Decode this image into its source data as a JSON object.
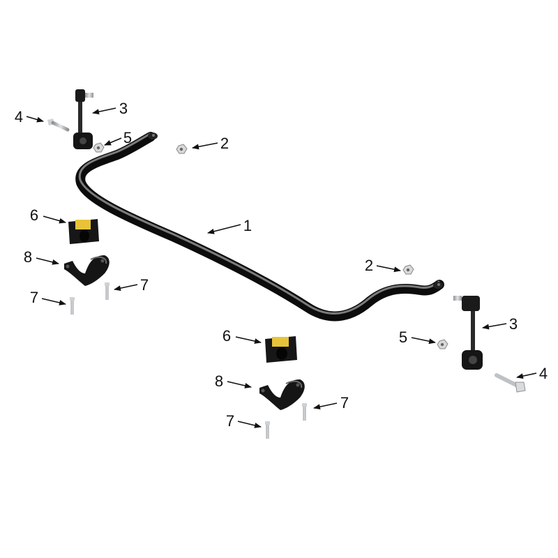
{
  "colors": {
    "bar": "#1c1c1c",
    "bar_highlight": "#8a8a8a",
    "bushing": "#e8c33a",
    "hardware": "#b9bcc0",
    "callout": "#111111"
  },
  "parts": [
    {
      "number": "1",
      "name": "sway-bar",
      "icon": "sway-bar-icon"
    },
    {
      "number": "2",
      "name": "nut",
      "icon": "nut-icon"
    },
    {
      "number": "3",
      "name": "end-link",
      "icon": "end-link-icon"
    },
    {
      "number": "4",
      "name": "bolt",
      "icon": "bolt-icon"
    },
    {
      "number": "5",
      "name": "nut",
      "icon": "nut-icon"
    },
    {
      "number": "6",
      "name": "bushing",
      "icon": "bushing-icon"
    },
    {
      "number": "7",
      "name": "bolt",
      "icon": "bolt-icon"
    },
    {
      "number": "8",
      "name": "bracket",
      "icon": "bracket-icon"
    }
  ],
  "callouts": [
    {
      "label": "1"
    },
    {
      "label": "2"
    },
    {
      "label": "2"
    },
    {
      "label": "3"
    },
    {
      "label": "3"
    },
    {
      "label": "4"
    },
    {
      "label": "4"
    },
    {
      "label": "5"
    },
    {
      "label": "5"
    },
    {
      "label": "6"
    },
    {
      "label": "6"
    },
    {
      "label": "7"
    },
    {
      "label": "7"
    },
    {
      "label": "7"
    },
    {
      "label": "7"
    },
    {
      "label": "8"
    },
    {
      "label": "8"
    }
  ]
}
